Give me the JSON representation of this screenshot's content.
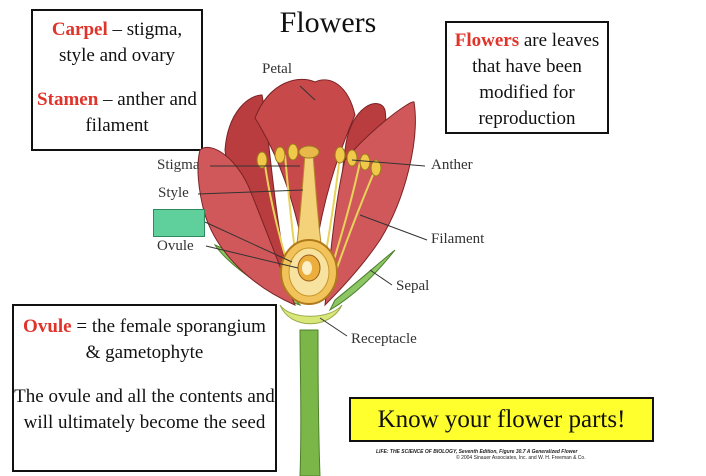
{
  "title": "Flowers",
  "carpel_box": {
    "carpel_term": "Carpel",
    "carpel_text": " – stigma, style and ovary",
    "stamen_term": "Stamen",
    "stamen_text": " – anther and filament"
  },
  "flowers_box": {
    "term": "Flowers",
    "text": " are leaves that have been modified for reproduction"
  },
  "ovule_box": {
    "term": "Ovule",
    "text": " = the female sporangium & gametophyte",
    "detail": "The ovule and all the contents and will ultimately become the seed"
  },
  "callout": "Know your flower parts!",
  "labels": {
    "petal": "Petal",
    "stigma": "Stigma",
    "style": "Style",
    "ovule": "Ovule",
    "anther": "Anther",
    "filament": "Filament",
    "sepal": "Sepal",
    "receptacle": "Receptacle"
  },
  "caption": {
    "line1_bold": "LIFE: THE SCIENCE OF BIOLOGY, Seventh Edition, Figure 30.7  A Generalized Flower",
    "line2": "© 2004 Sinauer Associates, Inc. and W. H. Freeman & Co."
  },
  "colors": {
    "term_red": "#e0342b",
    "callout_yellow": "#ffff2e",
    "petal_red": "#c8494a",
    "stem_green": "#7ab648",
    "anther_yellow": "#f0c84a",
    "ovule_marker": "#5fcf9c"
  }
}
